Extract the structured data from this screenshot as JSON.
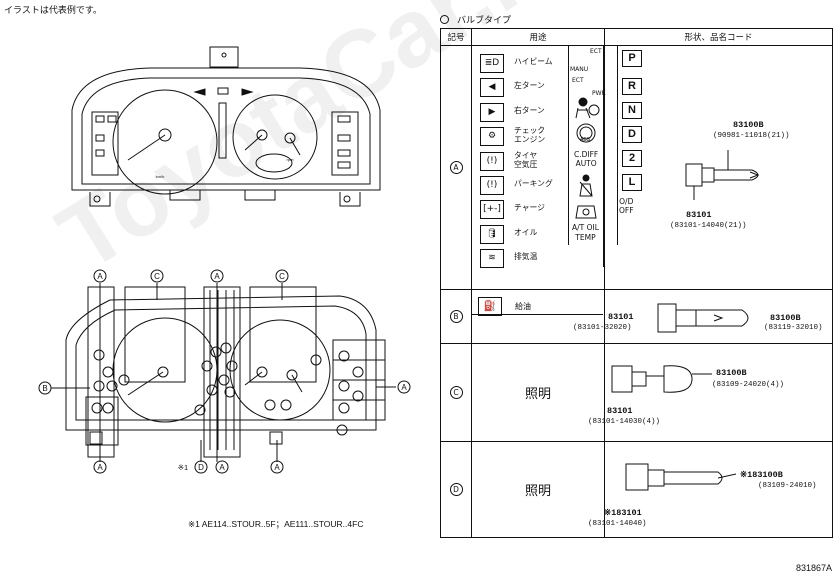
{
  "header_note": "イラストは代表例です。",
  "watermark": "ToyotaCar.ru",
  "footnote": "※1 AE114..STOUR..5F；AE111..STOUR..4FC",
  "figure_id": "831867A",
  "callouts": {
    "A": "A",
    "B": "B",
    "C": "C",
    "D": "D",
    "star_D": "※1",
    "gauge_left_scale": "km/h",
    "gauge_right_scale": "rpm"
  },
  "bulb_table": {
    "title": "バルブタイプ",
    "headers": {
      "symbol": "記号",
      "use": "用途",
      "shape": "形状、品名コード"
    },
    "row_a": {
      "label": "A",
      "uses": [
        "ハイビーム",
        "左ターン",
        "右ターン",
        "チェック\nエンジン",
        "タイヤ\n空気圧",
        "パーキング",
        "チャージ",
        "オイル",
        "排気温"
      ],
      "mid": [
        {
          "sup1": "ECT",
          "sup2": "MANU",
          "text": ""
        },
        {
          "sup1": "ECT",
          "sup2": "PWR",
          "text": ""
        },
        {
          "text": ""
        },
        {
          "text": ""
        },
        {
          "text": "C.DIFF\nAUTO"
        },
        {
          "text": ""
        },
        {
          "text": ""
        },
        {
          "text": "A/T OIL\nTEMP"
        }
      ],
      "gears": [
        "P",
        "R",
        "N",
        "D",
        "2",
        "L"
      ],
      "od": "O/D\nOFF",
      "part_bulb": "83100B",
      "code_bulb": "(90981-11018(21))",
      "part_socket": "83101",
      "code_socket": "(83101-14040(21))"
    },
    "row_b": {
      "label": "B",
      "use": "給油",
      "part_socket": "83101",
      "code_socket": "(83101-32020)",
      "part_bulb": "83100B",
      "code_bulb": "(83119-32010)"
    },
    "row_c": {
      "label": "C",
      "use": "照明",
      "part_bulb": "83100B",
      "code_bulb": "(83109-24020(4))",
      "part_socket": "83101",
      "code_socket": "(83101-14030(4))"
    },
    "row_d": {
      "label": "D",
      "use": "照明",
      "star": "※1",
      "part_bulb": "83100B",
      "code_bulb": "(83109-24010)",
      "part_socket": "83101",
      "code_socket": "(83101-14040)"
    }
  }
}
